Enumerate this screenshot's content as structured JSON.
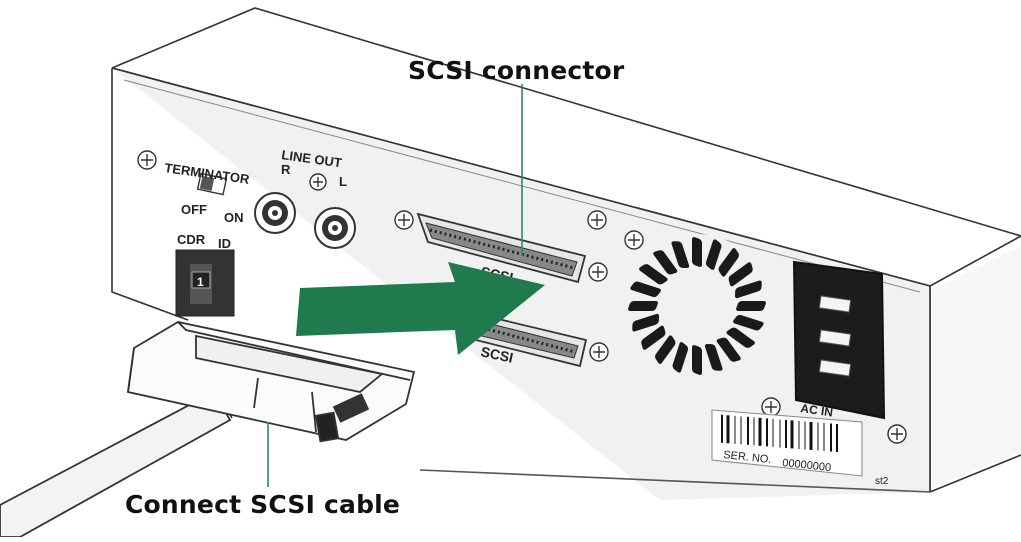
{
  "callouts": {
    "scsi_connector": "SCSI connector",
    "connect_cable": "Connect SCSI cable"
  },
  "panel_labels": {
    "terminator": "TERMINATOR",
    "off": "OFF",
    "on": "ON",
    "line_out": "LINE OUT",
    "r": "R",
    "l": "L",
    "cdr": "CDR",
    "id": "ID",
    "id_value": "1",
    "scsi_upper": "SCSI",
    "scsi_lower": "SCSI",
    "ac_in": "AC  IN",
    "ser_no": "SER. NO.",
    "serial_digits": "00000000",
    "corner_mark": "st2"
  },
  "colors": {
    "arrow": "#1f7a4d",
    "leader_line": "#2e8b65",
    "outline": "#333333",
    "panel": "#f1f1f1"
  }
}
